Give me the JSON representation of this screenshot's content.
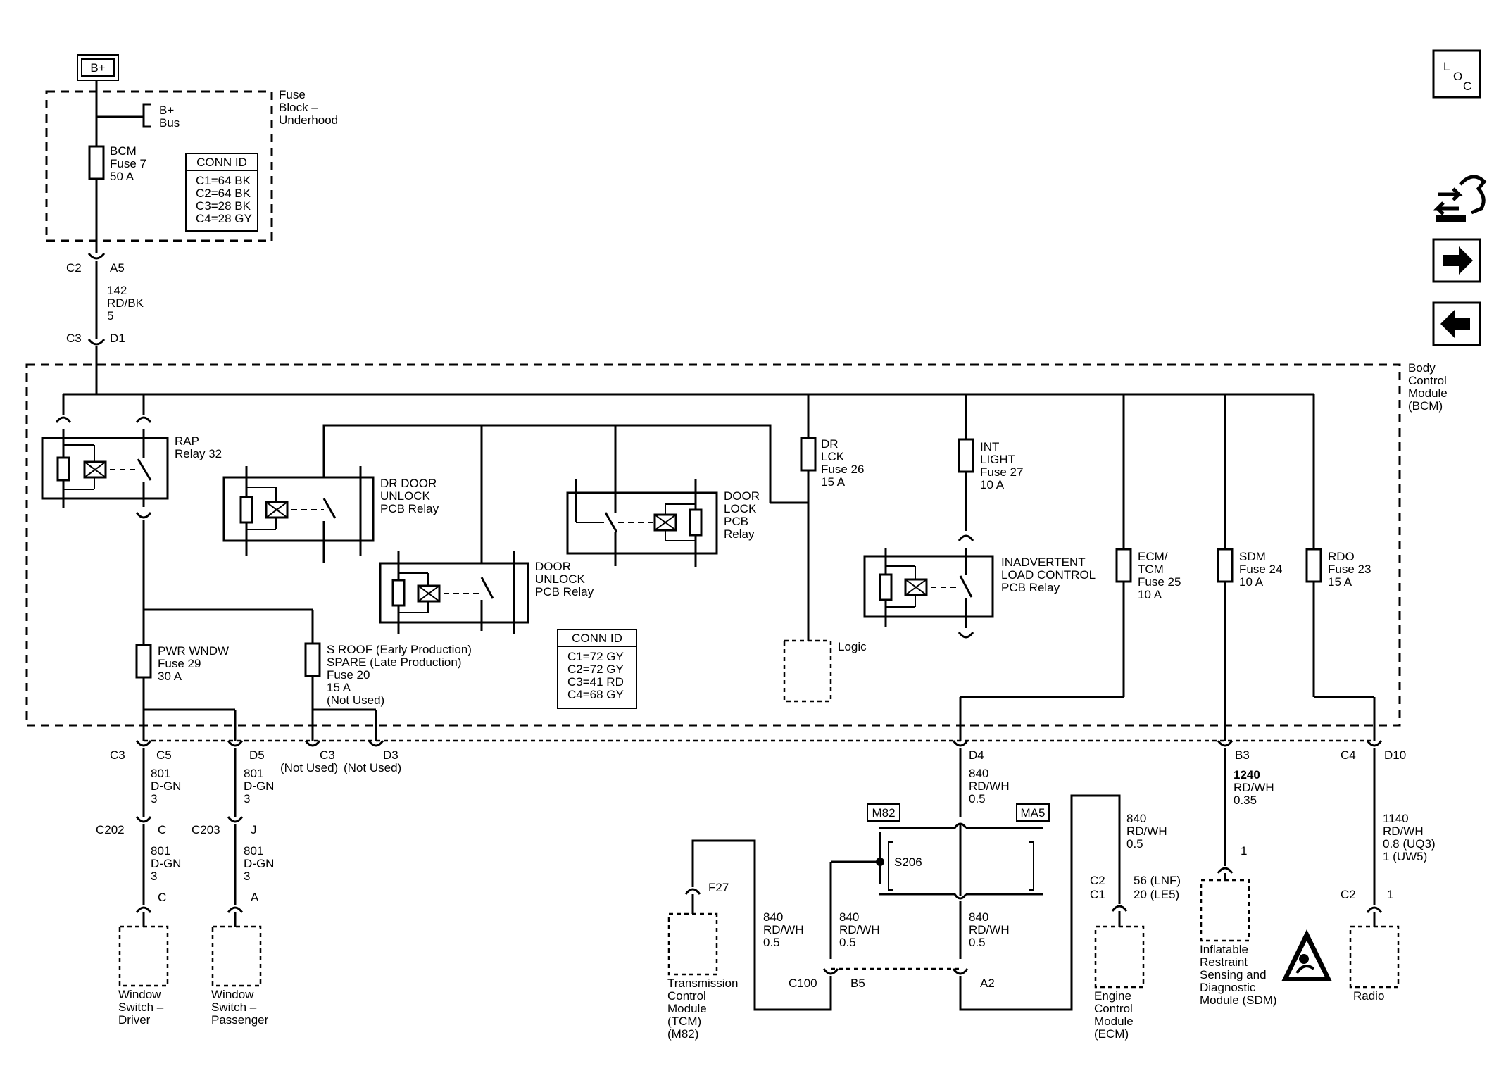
{
  "power_source": {
    "label": "B+"
  },
  "fuse_block": {
    "title": [
      "Fuse",
      "Block –",
      "Underhood"
    ],
    "bus_label": [
      "B+",
      "Bus"
    ],
    "bcm_fuse": [
      "BCM",
      "Fuse 7",
      "50 A"
    ],
    "conn_id": {
      "title": "CONN ID",
      "rows": [
        "C1=64 BK",
        "C2=64 BK",
        "C3=28 BK",
        "C4=28 GY"
      ]
    }
  },
  "feed_circuit": {
    "upper_connector": {
      "conn": "C2",
      "pin": "A5"
    },
    "wire": [
      "142",
      "RD/BK",
      "5"
    ],
    "lower_connector": {
      "conn": "C3",
      "pin": "D1"
    }
  },
  "bcm": {
    "title": [
      "Body",
      "Control",
      "Module",
      "(BCM)"
    ],
    "conn_id": {
      "title": "CONN ID",
      "rows": [
        "C1=72 GY",
        "C2=72 GY",
        "C3=41 RD",
        "C4=68 GY"
      ]
    },
    "relays": {
      "rap": [
        "RAP",
        "Relay 32"
      ],
      "dr_door_unlock": [
        "DR DOOR",
        "UNLOCK",
        "PCB Relay"
      ],
      "door_unlock": [
        "DOOR",
        "UNLOCK",
        "PCB Relay"
      ],
      "door_lock": [
        "DOOR",
        "LOCK",
        "PCB",
        "Relay"
      ],
      "inadvertent": [
        "INADVERTENT",
        "LOAD CONTROL",
        "PCB Relay"
      ]
    },
    "fuses": {
      "dr_lck": [
        "DR",
        "LCK",
        "Fuse 26",
        "15 A"
      ],
      "int_light": [
        "INT",
        "LIGHT",
        "Fuse 27",
        "10 A"
      ],
      "ecm_tcm": [
        "ECM/",
        "TCM",
        "Fuse 25",
        "10 A"
      ],
      "sdm": [
        "SDM",
        "Fuse 24",
        "10 A"
      ],
      "rdo": [
        "RDO",
        "Fuse 23",
        "15 A"
      ],
      "pwr_wndw": [
        "PWR WNDW",
        "Fuse 29",
        "30 A"
      ],
      "s_roof": [
        "S ROOF (Early Production)",
        "SPARE (Late Production)",
        "Fuse 20",
        "15 A",
        "(Not Used)"
      ]
    },
    "logic_label": "Logic"
  },
  "bottom_connectors": {
    "c3": "C3",
    "c5": "C5",
    "d5": "D5",
    "c3_unused": "C3",
    "d3_unused": "D3",
    "not_used": "(Not Used)",
    "d4": "D4",
    "b3": "B3",
    "c4": "C4",
    "d10": "D10"
  },
  "window_driver": {
    "wire1": [
      "801",
      "D-GN",
      "3"
    ],
    "inline": {
      "conn": "C202",
      "pin": "C"
    },
    "wire2": [
      "801",
      "D-GN",
      "3"
    ],
    "pin": "C",
    "label": [
      "Window",
      "Switch –",
      "Driver"
    ]
  },
  "window_passenger": {
    "wire1": [
      "801",
      "D-GN",
      "3"
    ],
    "inline": {
      "conn": "C203",
      "pin": "J"
    },
    "wire2": [
      "801",
      "D-GN",
      "3"
    ],
    "pin": "A",
    "label": [
      "Window",
      "Switch –",
      "Passenger"
    ]
  },
  "ecm_tcm_circuit": {
    "wire_top": [
      "840",
      "RD/WH",
      "0.5"
    ],
    "tag_m82": "M82",
    "tag_ma5": "MA5",
    "splice": "S206",
    "wire_tcm": [
      "840",
      "RD/WH",
      "0.5"
    ],
    "wire_splice_down": [
      "840",
      "RD/WH",
      "0.5"
    ],
    "wire_a2": [
      "840",
      "RD/WH",
      "0.5"
    ],
    "wire_ecm": [
      "840",
      "RD/WH",
      "0.5"
    ],
    "c100": "C100",
    "b5": "B5",
    "a2": "A2",
    "tcm_pin": "F27",
    "tcm_label": [
      "Transmission",
      "Control",
      "Module",
      "(TCM)",
      "(M82)"
    ],
    "ecm_conns": [
      "C2",
      "C1"
    ],
    "ecm_pins": [
      "56 (LNF)",
      "20 (LE5)"
    ],
    "ecm_label": [
      "Engine",
      "Control",
      "Module",
      "(ECM)"
    ]
  },
  "sdm_circuit": {
    "wire": [
      "1240",
      "RD/WH",
      "0.35"
    ],
    "pin": "1",
    "label": [
      "Inflatable",
      "Restraint",
      "Sensing and",
      "Diagnostic",
      "Module (SDM)"
    ]
  },
  "radio_circuit": {
    "wire": [
      "1140",
      "RD/WH",
      "0.8 (UQ3)",
      "1 (UW5)"
    ],
    "conn": "C2",
    "pin": "1",
    "label": "Radio"
  },
  "nav": {
    "loc_letters": [
      "L",
      "O",
      "C"
    ]
  }
}
